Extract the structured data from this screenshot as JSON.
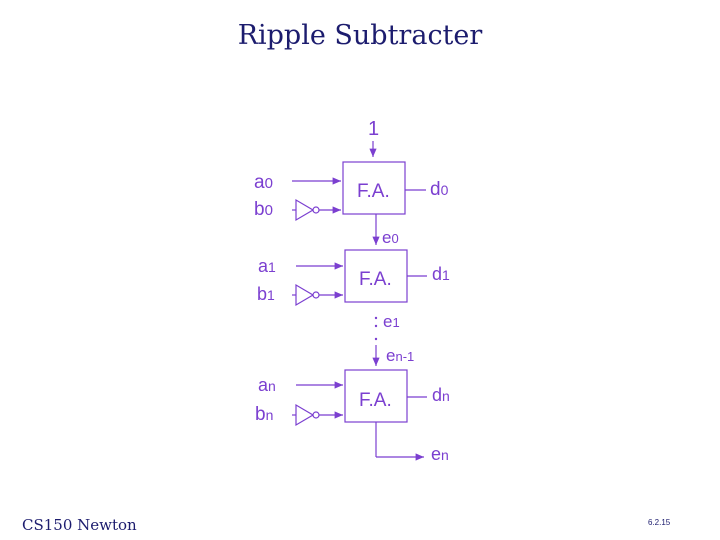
{
  "title": "Ripple Subtracter",
  "footer": {
    "left": "CS150 Newton",
    "right": "6.2.15"
  },
  "diagram": {
    "carry_in": "1",
    "blocks": [
      {
        "label": "F.A.",
        "a": "a",
        "a_sub": "0",
        "b": "b",
        "b_sub": "0",
        "d": "d",
        "d_sub": "0",
        "e": "e",
        "e_sub": "0"
      },
      {
        "label": "F.A.",
        "a": "a",
        "a_sub": "1",
        "b": "b",
        "b_sub": "1",
        "d": "d",
        "d_sub": "1",
        "e": "e",
        "e_sub": "1"
      },
      {
        "label": "F.A.",
        "a": "a",
        "a_sub": "n",
        "b": "b",
        "b_sub": "n",
        "d": "d",
        "d_sub": "n",
        "e": "e",
        "e_sub": "n"
      }
    ],
    "carry_mid": {
      "e": "e",
      "e_sub": "n-1"
    },
    "colors": {
      "diagram": "#7b3fd0",
      "text": "#1c1c6e"
    }
  }
}
